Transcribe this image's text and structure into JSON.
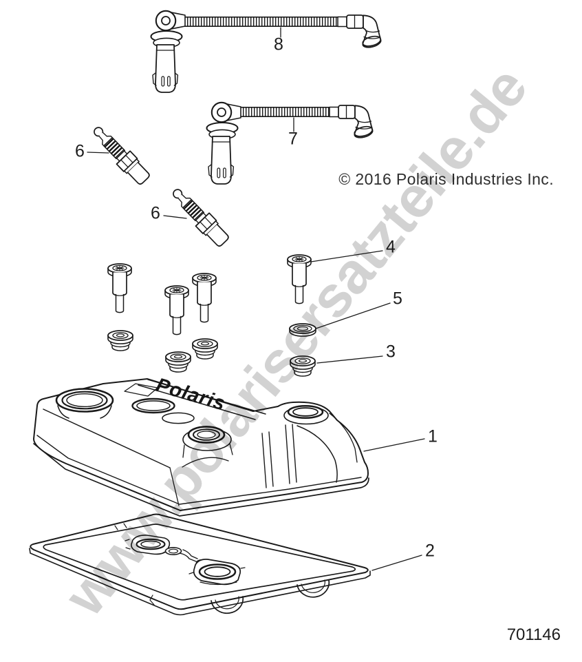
{
  "diagram": {
    "watermark": "www.polarisersatzteile.de",
    "copyright": "© 2016 Polaris Industries Inc.",
    "part_number": "701146",
    "brand_logo": "Polaris"
  },
  "callouts": [
    {
      "label": "8"
    },
    {
      "label": "7"
    },
    {
      "label": "6"
    },
    {
      "label": "6"
    },
    {
      "label": "4"
    },
    {
      "label": "5"
    },
    {
      "label": "3"
    },
    {
      "label": "1"
    },
    {
      "label": "2"
    }
  ],
  "colors": {
    "background": "#ffffff",
    "line": "#1a1a1a",
    "watermark": "#d2d2d2"
  }
}
